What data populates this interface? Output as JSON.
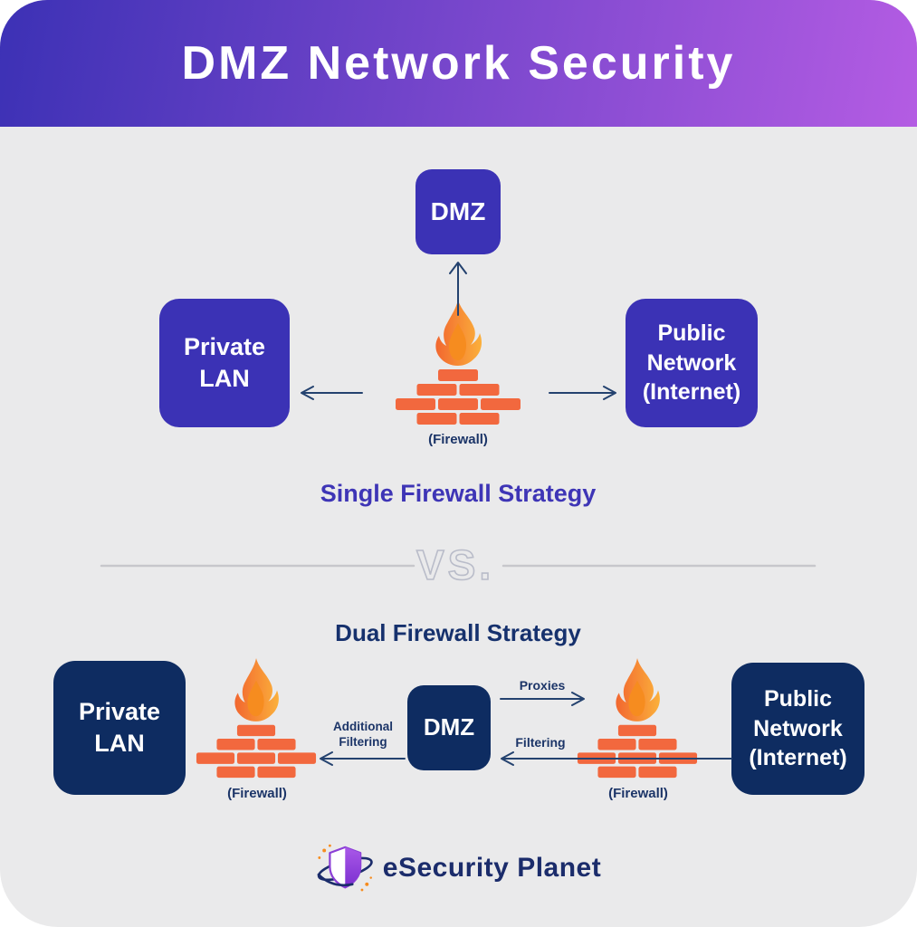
{
  "header": {
    "title": "DMZ Network Security"
  },
  "colors": {
    "header_from": "#3C31B5",
    "header_to": "#B45CE3",
    "canvas_bg": "#EAEAEB",
    "indigo_box": "#3B32B5",
    "navy_box": "#0E2C61",
    "brick": "#F2683E",
    "flame_deep": "#F2672F",
    "flame_mid": "#F68C1F",
    "flame_light": "#FBB03B",
    "arrow": "#24426F",
    "label_navy": "#1C3568",
    "caption_indigo": "#3E35B6",
    "caption_navy": "#16316D",
    "divider_line": "#C7C7CB",
    "vs_outline": "#B9BCC9",
    "brand_navy": "#1B2C6B",
    "logo_purple": "#8B3FD6"
  },
  "single_firewall": {
    "caption": "Single Firewall Strategy",
    "dmz_label": "DMZ",
    "private_lan_label": "Private\nLAN",
    "public_network_label": "Public\nNetwork\n(Internet)",
    "firewall_label": "(Firewall)"
  },
  "divider": {
    "vs_label": "VS."
  },
  "dual_firewall": {
    "caption": "Dual Firewall Strategy",
    "private_lan_label": "Private\nLAN",
    "dmz_label": "DMZ",
    "public_network_label": "Public\nNetwork\n(Internet)",
    "left_firewall_label": "(Firewall)",
    "right_firewall_label": "(Firewall)",
    "proxies_label": "Proxies",
    "filtering_label": "Filtering",
    "additional_filtering_label": "Additional\nFiltering"
  },
  "footer": {
    "brand_name": "eSecurity Planet"
  }
}
